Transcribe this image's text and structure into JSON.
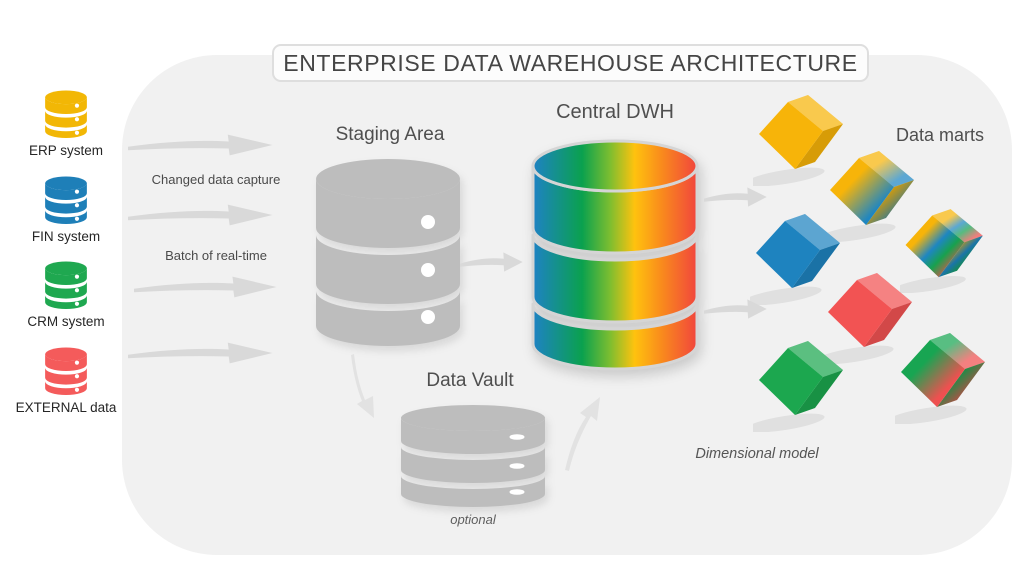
{
  "title": "ENTERPRISE DATA WAREHOUSE ARCHITECTURE",
  "sources": {
    "items": [
      {
        "label": "ERP system",
        "color": "#F2B705"
      },
      {
        "label": "FIN system",
        "color": "#1E7FB8"
      },
      {
        "label": "CRM system",
        "color": "#1FA850"
      },
      {
        "label": "EXTERNAL data",
        "color": "#F45B5B"
      }
    ]
  },
  "flows": {
    "cdc": "Changed data capture",
    "batch": "Batch of real-time"
  },
  "staging": {
    "title": "Staging Area",
    "color": "#BDBDBD"
  },
  "central": {
    "title": "Central DWH",
    "gradient": [
      "#1E82C4",
      "#0AA14E",
      "#7DBE30",
      "#FFC20E",
      "#F98C1C",
      "#F1453D"
    ]
  },
  "vault": {
    "title": "Data Vault",
    "note": "optional",
    "color": "#BDBDBD"
  },
  "marts": {
    "title": "Data marts",
    "note": "Dimensional model",
    "cubes": [
      {
        "name": "yellow",
        "fill": "#F7B409"
      },
      {
        "name": "yellow-blue",
        "from": "#F7B409",
        "to": "#1E86C2"
      },
      {
        "name": "rainbow",
        "stops": [
          "#F7B409",
          "#1E86C2",
          "#18A14E",
          "#EF4C4C"
        ]
      },
      {
        "name": "blue",
        "fill": "#1E83BF"
      },
      {
        "name": "red",
        "fill": "#F25353"
      },
      {
        "name": "green",
        "fill": "#1CA74F"
      },
      {
        "name": "green-red",
        "from": "#18A552",
        "to": "#EF5050"
      }
    ]
  },
  "palette": {
    "arrow": "#D9D9D9",
    "arrow_light": "#E2E2E2",
    "container": "#F1F1F1"
  }
}
